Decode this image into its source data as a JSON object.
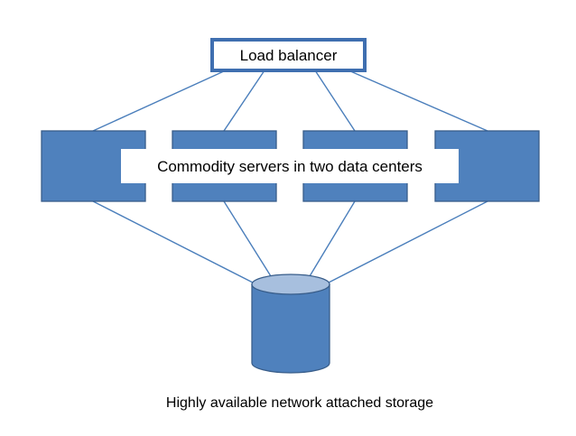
{
  "diagram": {
    "load_balancer_label": "Load balancer",
    "servers_label": "Commodity servers in two data centers",
    "storage_label": "Highly available network attached storage",
    "server_count": 4,
    "colors": {
      "shape_fill": "#4f81bd",
      "shape_stroke": "#385d8a",
      "connector": "#4a7ebb",
      "cylinder_top": "#a7bfde",
      "load_balancer_border": "#3f6fb0"
    }
  }
}
